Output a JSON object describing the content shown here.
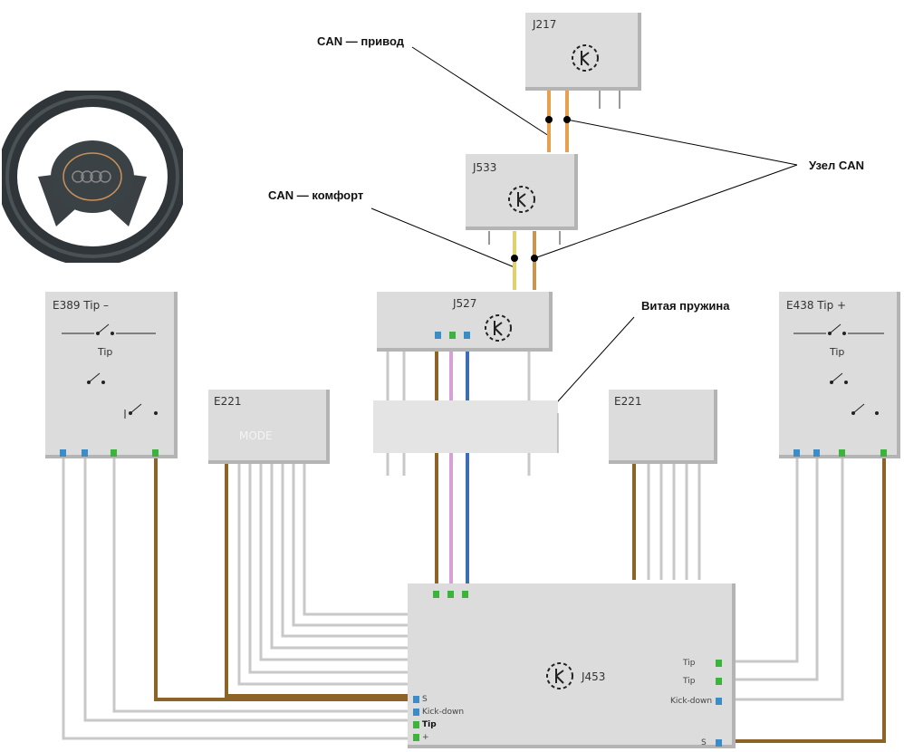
{
  "annotations": {
    "can_drive": "CAN — привод",
    "can_comfort": "CAN — комфорт",
    "can_node": "Узел CAN",
    "spiral_spring": "Витая пружина"
  },
  "modules": {
    "j217": "J217",
    "j533": "J533",
    "j527": "J527",
    "e389": "E389 Tip –",
    "e438": "E438 Tip +",
    "e221": "E221",
    "e221_text": "MODE",
    "e221r": "E221",
    "j453": "J453"
  },
  "switch_labels": {
    "tip": "Tip"
  },
  "j453_pins_left": [
    "S",
    "Kick-down",
    "Tip",
    "+"
  ],
  "j453_pins_right": [
    "Tip",
    "Tip",
    "Kick-down",
    "S"
  ],
  "colors": {
    "brown": "#8c6428",
    "pink": "#d8a0d8",
    "blue": "#3c6eb4",
    "orange": "#e6a050",
    "gray_wire": "#c8c8c8",
    "green_term": "#3cb43c",
    "blue_term": "#3c8cc8",
    "module_fill": "#dcdcdc"
  },
  "icons": {
    "steering_wheel": "steering-wheel-icon",
    "control_unit": "control-unit-icon"
  }
}
